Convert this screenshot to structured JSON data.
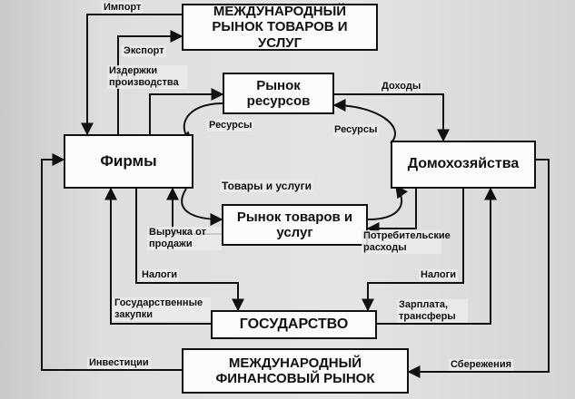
{
  "nodes": {
    "intl_goods_market": "МЕЖДУНАРОДНЫЙ РЫНОК ТОВАРОВ И УСЛУГ",
    "resource_market": "Рынок ресурсов",
    "firms": "Фирмы",
    "households": "Домохозяйства",
    "goods_market": "Рынок товаров и услуг",
    "state": "ГОСУДАРСТВО",
    "intl_financial_market": "МЕЖДУНАРОДНЫЙ ФИНАНСОВЫЙ РЫНОК"
  },
  "labels": {
    "import": "Импорт",
    "export": "Экспорт",
    "production_costs": "Издержки производства",
    "income": "Доходы",
    "resources_left": "Ресурсы",
    "resources_right": "Ресурсы",
    "goods_services": "Товары и услуги",
    "sales_revenue": "Выручка от продажи",
    "consumer_spending": "Потребительские расходы",
    "taxes_left": "Налоги",
    "taxes_right": "Налоги",
    "gov_purchases": "Государственные закупки",
    "wages_transfers": "Зарплата, трансферы",
    "investments": "Инвестиции",
    "savings": "Сбережения"
  }
}
